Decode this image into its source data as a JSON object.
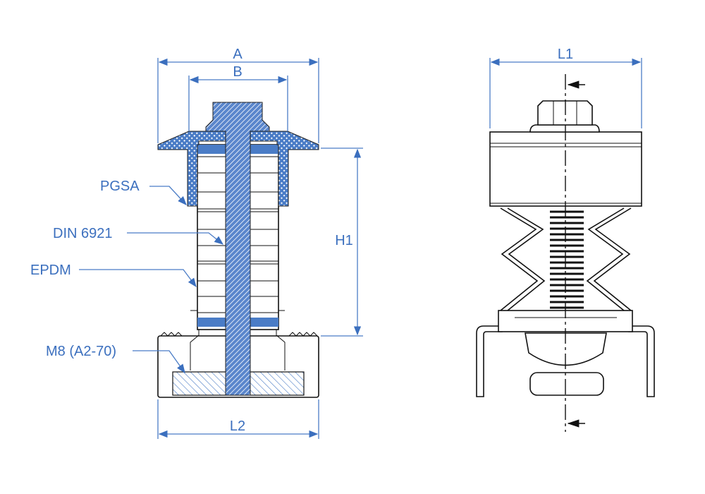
{
  "title": "Vibration isolator technical drawing",
  "dimensions": {
    "a": "A",
    "b": "B",
    "h1": "H1",
    "l1": "L1",
    "l2": "L2"
  },
  "callouts": {
    "pgsa": "PGSA",
    "din": "DIN 6921",
    "epdm": "EPDM",
    "m8": "M8 (A2-70)"
  },
  "colors": {
    "accent": "#3b6fbe",
    "part_fill": "#4a7cc6",
    "line": "#111111"
  }
}
